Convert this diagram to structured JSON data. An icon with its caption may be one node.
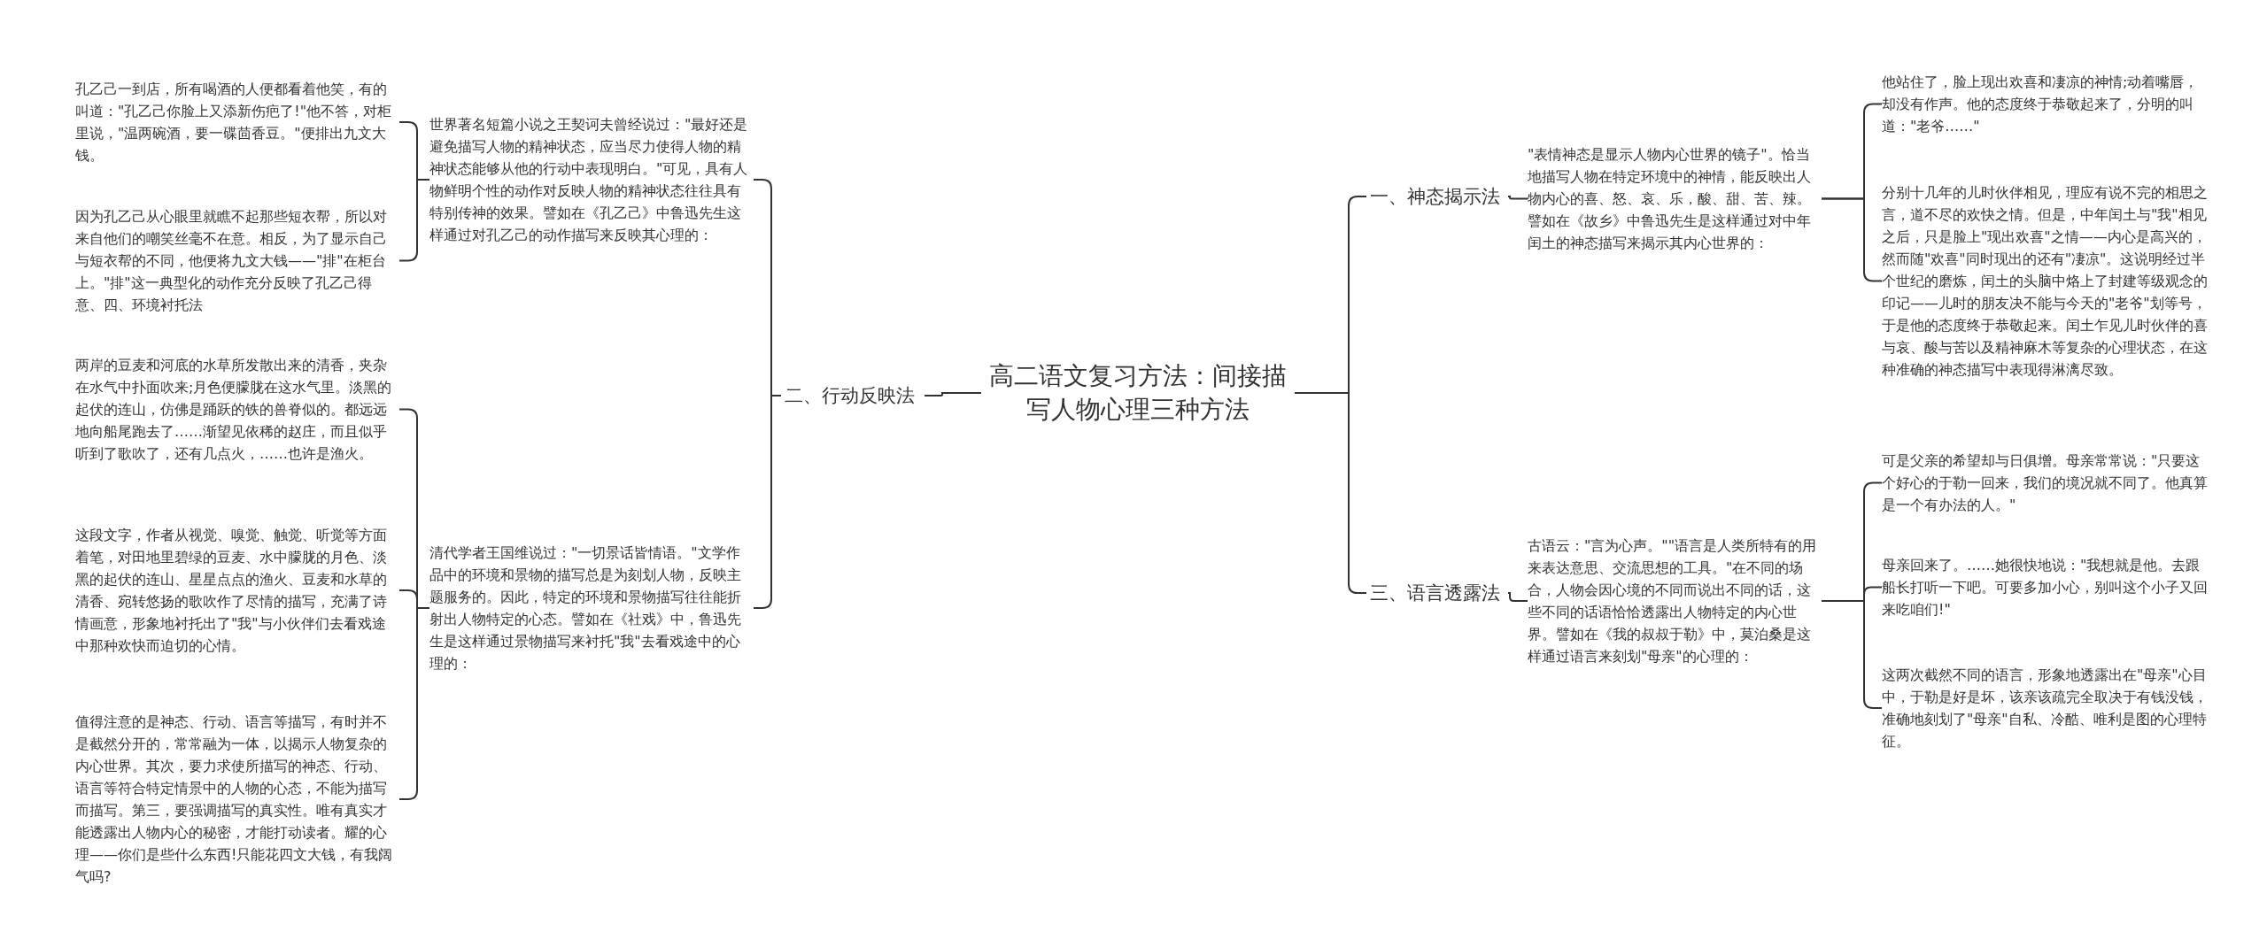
{
  "diagram": {
    "nodes": [
      {
        "text": [
          "高二语文复习方法：间接描写人物心理三种方法"
        ]
      },
      {
        "text": [
          "一、神态揭示法"
        ]
      },
      {
        "text": [
          "二、行动反映法"
        ]
      },
      {
        "text": [
          "三、语言透露法"
        ]
      },
      {
        "text": [
          "\"表情神态是显示人物内心世界的镜子\"。恰当地描写人物在特定环境中的神情，能反映出人物内心的喜、怒、哀、乐，酸、甜、苦、辣。譬如在《故乡》中鲁迅先生是这样通过对中年闰土的神态描写来揭示其内心世界的："
        ]
      },
      {
        "text": [
          "他站住了，脸上现出欢喜和凄凉的神情;动着嘴唇，却没有作声。他的态度终于恭敬起来了，分明的叫道：\"老爷……\""
        ]
      },
      {
        "text": [
          "分别十几年的儿时伙伴相见，理应有说不完的相思之言，道不尽的欢快之情。但是，中年闰土与\"我\"相见之后，只是脸上\"现出欢喜\"之情——内心是高兴的，然而随\"欢喜\"同时现出的还有\"凄凉\"。这说明经过半个世纪的磨炼，闰土的头脑中烙上了封建等级观念的印记——儿时的朋友决不能与今天的\"老爷\"划等号，于是他的态度终于恭敬起来。闰土乍见儿时伙伴的喜与哀、酸与苦以及精神麻木等复杂的心理状态，在这种准确的神态描写中表现得淋漓尽致。"
        ]
      },
      {
        "text": [
          "古语云：\"言为心声。\"\"语言是人类所特有的用来表达意思、交流思想的工具。\"在不同的场合，人物会因心境的不同而说出不同的话，这些不同的话语恰恰透露出人物特定的内心世界。譬如在《我的叔叔于勒》中，莫泊桑是这样通过语言来刻划\"母亲\"的心理的："
        ]
      },
      {
        "text": [
          "可是父亲的希望却与日俱增。母亲常常说：\"只要这个好心的于勒一回来，我们的境况就不同了。他真算是一个有办法的人。\""
        ]
      },
      {
        "text": [
          "母亲回来了。……她很快地说：\"我想就是他。去跟船长打听一下吧。可要多加小心，别叫这个小子又回来吃咱们!\""
        ]
      },
      {
        "text": [
          "这两次截然不同的语言，形象地透露出在\"母亲\"心目中，于勒是好是坏，该亲该疏完全取决于有钱没钱，准确地刻划了\"母亲\"自私、冷酷、唯利是图的心理特征。"
        ]
      },
      {
        "text": [
          "世界著名短篇小说之王契诃夫曾经说过：\"最好还是避免描写人物的精神状态，应当尽力使得人物的精神状态能够从他的行动中表现明白。\"可见，具有人物鲜明个性的动作对反映人物的精神状态往往具有特别传神的效果。譬如在《孔乙己》中鲁迅先生这样通过对孔乙己的动作描写来反映其心理的："
        ]
      },
      {
        "text": [
          "清代学者王国维说过：\"一切景话皆情语。\"文学作品中的环境和景物的描写总是为刻划人物，反映主题服务的。因此，特定的环境和景物描写往往能折射出人物特定的心态。譬如在《社戏》中，鲁迅先生是这样通过景物描写来衬托\"我\"去看戏途中的心理的："
        ]
      },
      {
        "text": [
          "孔乙己一到店，所有喝酒的人便都看着他笑，有的叫道：\"孔乙己你脸上又添新伤疤了!\"他不答，对柜里说，\"温两碗酒，要一碟茴香豆。\"便排出九文大钱。"
        ]
      },
      {
        "text": [
          "因为孔乙己从心眼里就瞧不起那些短衣帮，所以对来自他们的嘲笑丝毫不在意。相反，为了显示自己与短衣帮的不同，他便将九文大钱——\"排\"在柜台上。\"排\"这一典型化的动作充分反映了孔乙己得意、四、环境衬托法"
        ]
      },
      {
        "text": [
          "两岸的豆麦和河底的水草所发散出来的清香，夹杂在水气中扑面吹来;月色便朦胧在这水气里。淡黑的起伏的连山，仿佛是踊跃的铁的兽脊似的。都远远地向船尾跑去了……渐望见依稀的赵庄，而且似乎听到了歌吹了，还有几点火，……也许是渔火。"
        ]
      },
      {
        "text": [
          "这段文字，作者从视觉、嗅觉、触觉、听觉等方面着笔，对田地里碧绿的豆麦、水中朦胧的月色、淡黑的起伏的连山、星星点点的渔火、豆麦和水草的清香、宛转悠扬的歌吹作了尽情的描写，充满了诗情画意，形象地衬托出了\"我\"与小伙伴们去看戏途中那种欢快而迫切的心情。"
        ]
      },
      {
        "text": [
          "值得注意的是神态、行动、语言等描写，有时并不是截然分开的，常常融为一体，以揭示人物复杂的内心世界。其次，要力求使所描写的神态、行动、语言等符合特定情景中的人物的心态，不能为描写而描写。第三，要强调描写的真实性。唯有真实才能透露出人物内心的秘密，才能打动读者。耀的心理——你们是些什么东西!只能花四文大钱，有我阔气吗?"
        ]
      }
    ],
    "edges": [
      {
        "from": 0,
        "to": 1,
        "arrow": "none"
      },
      {
        "from": 0,
        "to": 2,
        "arrow": "none"
      },
      {
        "from": 0,
        "to": 3,
        "arrow": "none"
      },
      {
        "from": 1,
        "to": 4,
        "arrow": "none"
      },
      {
        "from": 4,
        "to": 5,
        "arrow": "none"
      },
      {
        "from": 4,
        "to": 6,
        "arrow": "none"
      },
      {
        "from": 3,
        "to": 7,
        "arrow": "none"
      },
      {
        "from": 7,
        "to": 8,
        "arrow": "none"
      },
      {
        "from": 7,
        "to": 9,
        "arrow": "none"
      },
      {
        "from": 7,
        "to": 10,
        "arrow": "none"
      },
      {
        "from": 2,
        "to": 11,
        "arrow": "none"
      },
      {
        "from": 2,
        "to": 12,
        "arrow": "none"
      },
      {
        "from": 11,
        "to": 13,
        "arrow": "none"
      },
      {
        "from": 11,
        "to": 14,
        "arrow": "none"
      },
      {
        "from": 12,
        "to": 15,
        "arrow": "none"
      },
      {
        "from": 12,
        "to": 16,
        "arrow": "none"
      },
      {
        "from": 12,
        "to": 17,
        "arrow": "none"
      }
    ]
  }
}
